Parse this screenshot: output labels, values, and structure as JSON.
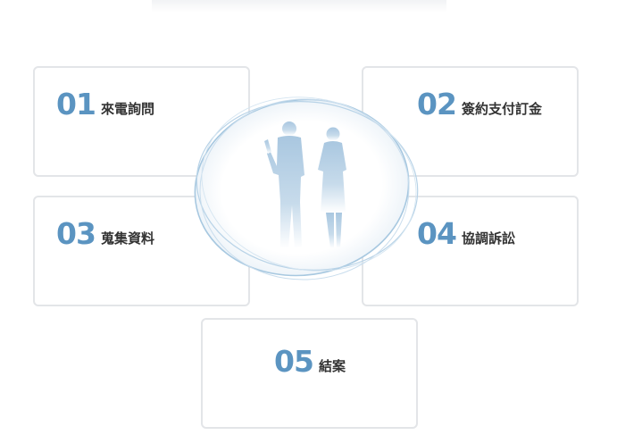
{
  "steps": [
    {
      "number": "01",
      "label": "來電詢問"
    },
    {
      "number": "02",
      "label": "簽約支付訂金"
    },
    {
      "number": "03",
      "label": "蒐集資料"
    },
    {
      "number": "04",
      "label": "協調訴訟"
    },
    {
      "number": "05",
      "label": "結案"
    }
  ],
  "colors": {
    "number": "#5b94c1",
    "label": "#333333",
    "card_border": "#e3e5e8",
    "ring": "#9fc3de"
  }
}
